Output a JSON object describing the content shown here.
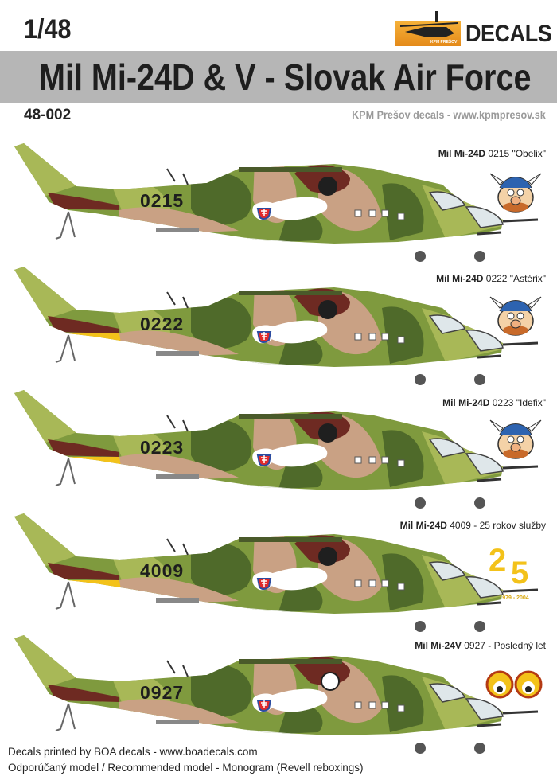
{
  "header": {
    "scale": "1/48",
    "logo_text": "DECALS",
    "logo_sub": "KPM PREŠOV",
    "title": "Mil Mi-24D & V - Slovak Air Force",
    "product_code": "48-002",
    "credit": "KPM Prešov decals - www.kpmpresov.sk"
  },
  "helicopters": [
    {
      "model": "Mil Mi-24D",
      "name": "0215 \"Obelix\"",
      "serial": "0215",
      "art": "obelix-icon"
    },
    {
      "model": "Mil Mi-24D",
      "name": "0222 \"Astérix\"",
      "serial": "0222",
      "art": "asterix-icon"
    },
    {
      "model": "Mil Mi-24D",
      "name": "0223 \"Idefix\"",
      "serial": "0223",
      "art": "idefix-icon"
    },
    {
      "model": "Mil Mi-24D",
      "name": "4009 - 25 rokov služby",
      "serial": "4009",
      "art": "anniversary-25-icon",
      "art_number": "25",
      "art_years": "1979 - 2004"
    },
    {
      "model": "Mil Mi-24V",
      "name": "0927 - Posledný let",
      "serial": "0927",
      "art": "eyes-icon"
    }
  ],
  "footer": {
    "line1": "Decals printed by BOA decals - www.boadecals.com",
    "line2": "Odporúčaný model / Recommended model - Monogram (Revell reboxings)"
  },
  "colors": {
    "camo_green": "#7f9a3e",
    "camo_light": "#a8b857",
    "camo_dark": "#4f6a2a",
    "camo_sand": "#c9a184",
    "camo_brown": "#6e2a22",
    "tail_yellow": "#f3c21a",
    "belly": "#e9ece6"
  }
}
